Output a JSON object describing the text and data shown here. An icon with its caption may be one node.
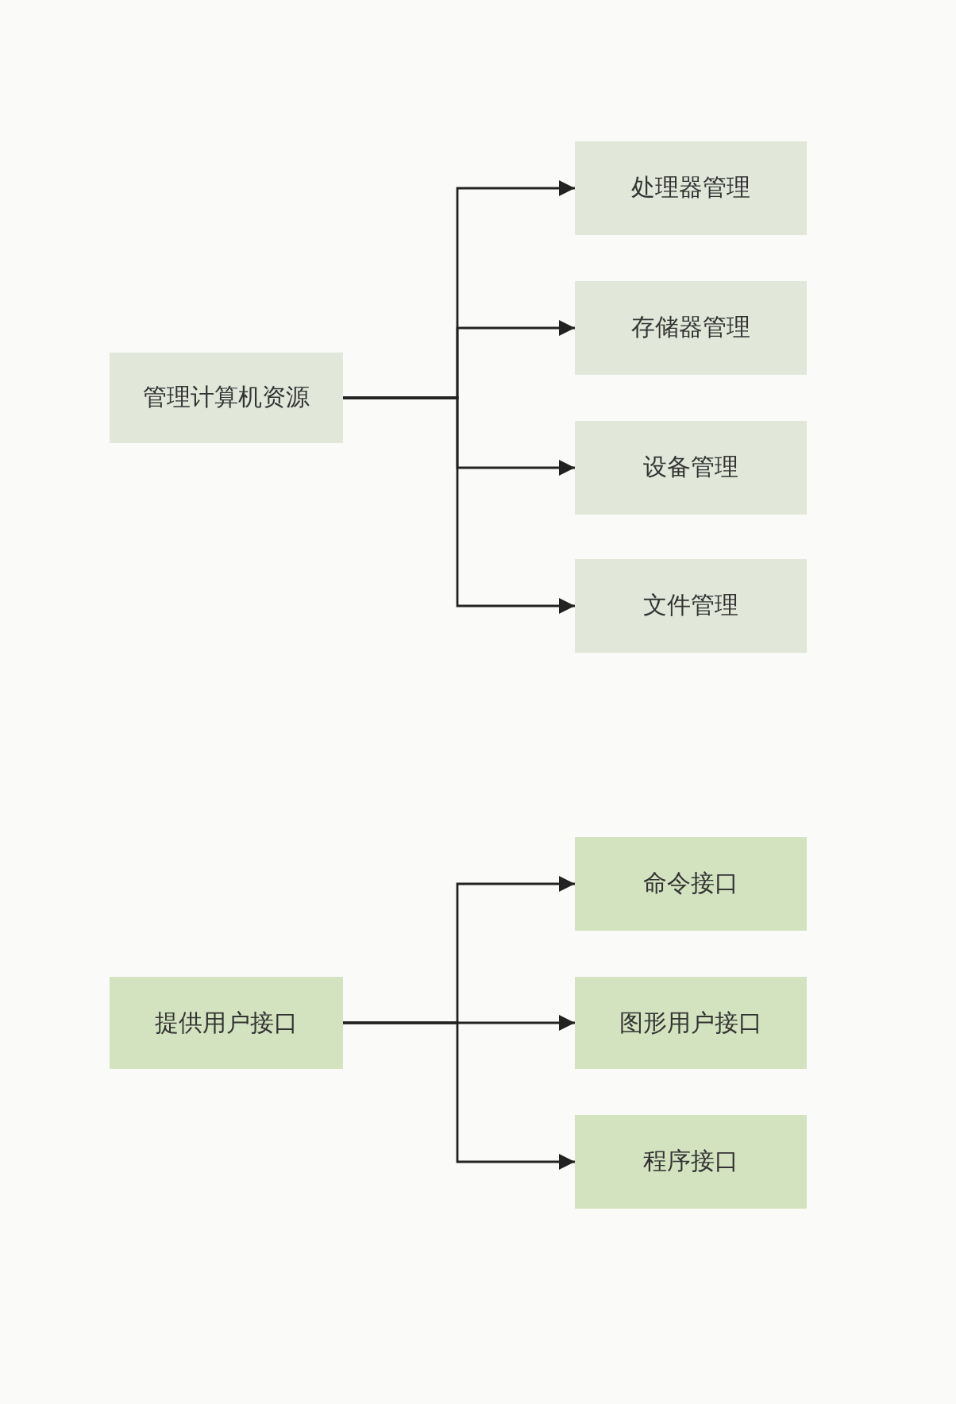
{
  "diagram": {
    "nodes": [
      {
        "text": [
          "管理计算机资源"
        ]
      },
      {
        "text": [
          "处理器管理"
        ]
      },
      {
        "text": [
          "存储器管理"
        ]
      },
      {
        "text": [
          "设备管理"
        ]
      },
      {
        "text": [
          "文件管理"
        ]
      },
      {
        "text": [
          "提供用户接口"
        ]
      },
      {
        "text": [
          "命令接口"
        ]
      },
      {
        "text": [
          "图形用户接口"
        ]
      },
      {
        "text": [
          "程序接口"
        ]
      }
    ],
    "edges": [
      {
        "from": 0,
        "to": 1,
        "arrow": "to"
      },
      {
        "from": 0,
        "to": 2,
        "arrow": "to"
      },
      {
        "from": 0,
        "to": 3,
        "arrow": "to"
      },
      {
        "from": 0,
        "to": 4,
        "arrow": "to"
      },
      {
        "from": 5,
        "to": 6,
        "arrow": "to"
      },
      {
        "from": 5,
        "to": 7,
        "arrow": "to"
      },
      {
        "from": 5,
        "to": 8,
        "arrow": "to"
      }
    ]
  }
}
